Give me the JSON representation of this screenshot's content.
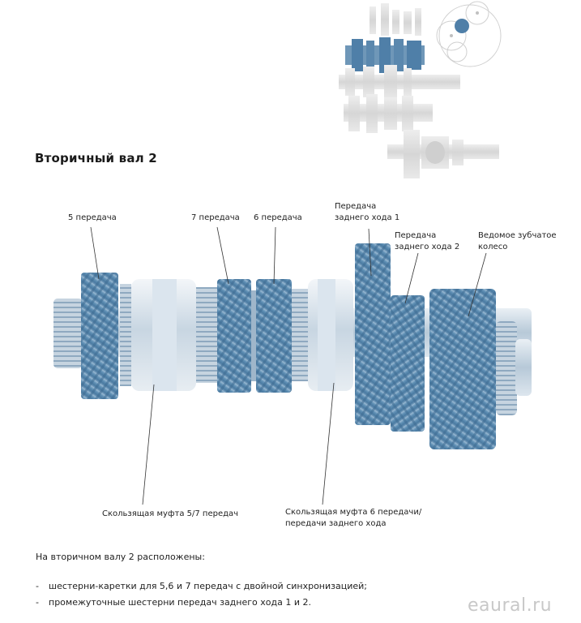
{
  "page": {
    "title": "Вторичный вал 2"
  },
  "callouts": {
    "gear5": "5 передача",
    "gear7": "7 передача",
    "gear6": "6 передача",
    "reverse1_line1": "Передача",
    "reverse1_line2": "заднего хода 1",
    "reverse2_line1": "Передача",
    "reverse2_line2": "заднего хода 2",
    "driven_line1": "Ведомое зубчатое",
    "driven_line2": "колесо",
    "sleeve57": "Скользящая муфта 5/7 передач",
    "sleeve6r_line1": "Скользящая муфта 6 передачи/",
    "sleeve6r_line2": "передачи заднего хода"
  },
  "body": {
    "intro": "На вторичном валу 2 расположены:",
    "bullets": [
      "шестерни-каретки для 5,6 и 7 передач с двойной синхронизацией;",
      "промежуточные шестерни передач заднего хода 1 и 2."
    ],
    "dash": "-"
  },
  "watermark": "eaural.ru",
  "colors": {
    "gear": "#5f8fb4",
    "gear_dark": "#3f6e95",
    "shaft": "#c9d6e1",
    "highlight": "#4f7fa8",
    "thumb_gray": "#d9d9d9"
  }
}
